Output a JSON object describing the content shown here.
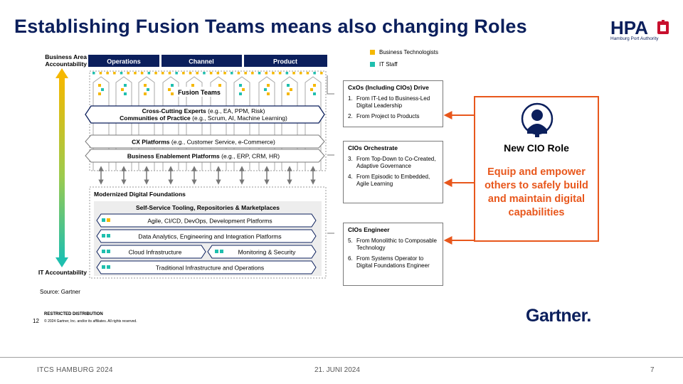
{
  "slide": {
    "title": "Establishing Fusion Teams means also changing Roles",
    "logo_text": "HPA",
    "logo_subtitle": "Hamburg Port Authority"
  },
  "diagram": {
    "axis_top_label": "Business Area Accountability",
    "axis_bottom_label": "IT Accountability",
    "columns": [
      "Operations",
      "Channel",
      "Product"
    ],
    "fusion_label": "Fusion Teams",
    "cross_cutting": {
      "line1_bold": "Cross-Cutting Experts",
      "line1_rest": " (e.g., EA, PPM, Risk)",
      "line2_bold": "Communities of Practice",
      "line2_rest": " (e.g., Scrum, AI, Machine Learning)"
    },
    "cx_platforms": {
      "bold": "CX Platforms",
      "rest": " (e.g., Customer Service, e-Commerce)"
    },
    "business_platforms": {
      "bold": "Business Enablement Platforms",
      "rest": " (e.g., ERP, CRM, HR)"
    },
    "foundations_title": "Modernized Digital Foundations",
    "self_service_title": "Self-Service Tooling, Repositories & Marketplaces",
    "platform_items": [
      "Agile, CI/CD, DevOps, Development Platforms",
      "Data Analytics, Engineering and Integration Platforms",
      "Cloud Infrastructure",
      "Monitoring & Security",
      "Traditional Infrastructure and Operations"
    ],
    "source": "Source: Gartner",
    "colors": {
      "business": "#f5b800",
      "it": "#1fbfae",
      "navy": "#0b1f5c",
      "orange": "#e8571c"
    }
  },
  "legend": {
    "business": "Business Technologists",
    "it": "IT Staff"
  },
  "panels": [
    {
      "title": "CxOs (Including CIOs) Drive",
      "items": [
        {
          "num": "1.",
          "text": "From IT-Led to Business-Led Digital Leadership"
        },
        {
          "num": "2.",
          "text": "From Project to Products"
        }
      ]
    },
    {
      "title": "CIOs Orchestrate",
      "items": [
        {
          "num": "3.",
          "text": "From Top-Down to Co-Created, Adaptive Governance"
        },
        {
          "num": "4.",
          "text": "From Episodic to Embedded, Agile Learning"
        }
      ]
    },
    {
      "title": "CIOs Engineer",
      "items": [
        {
          "num": "5.",
          "text": "From Monolithic to Composable Technology"
        },
        {
          "num": "6.",
          "text": "From Systems Operator to Digital Foundations Engineer"
        }
      ]
    }
  ],
  "cio": {
    "title": "New CIO Role",
    "description": "Equip and empower others to safely build and maintain digital capabilities"
  },
  "gartner": {
    "logo": "Gartner.",
    "restricted": "RESTRICTED DISTRIBUTION",
    "page_number": "12",
    "copyright": "© 2024 Gartner, Inc. and/or its affiliates. All rights reserved."
  },
  "footer": {
    "left": "ITCS HAMBURG 2024",
    "center": "21. JUNI 2024",
    "right": "7"
  }
}
